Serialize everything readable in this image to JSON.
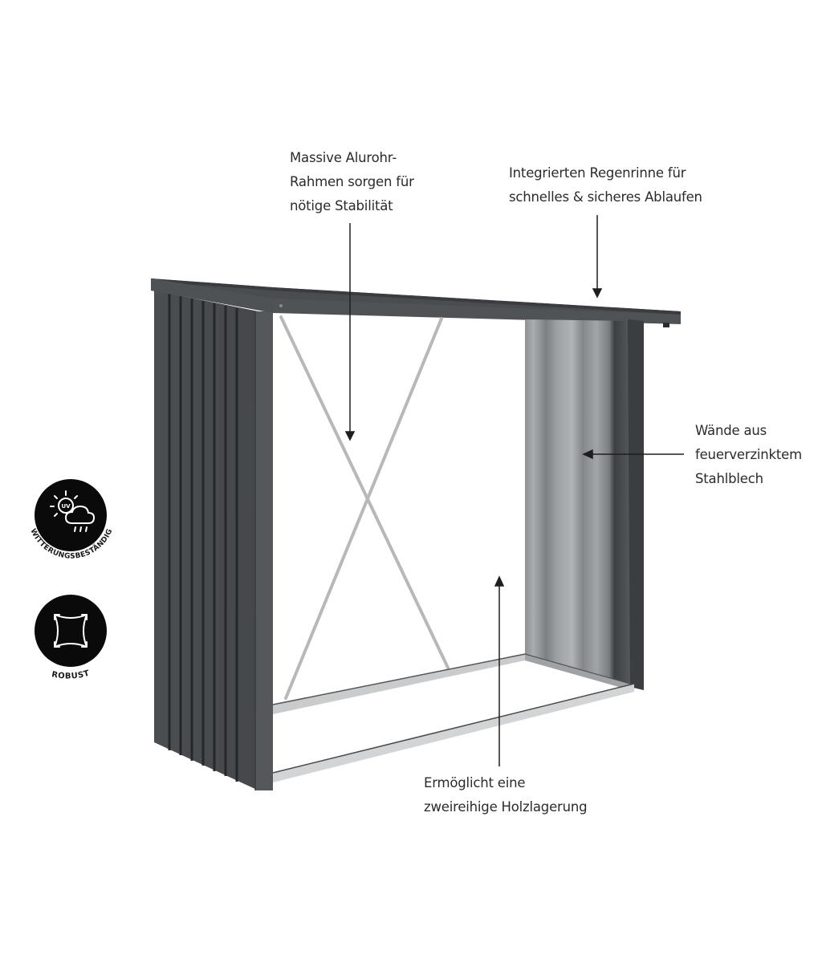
{
  "diagram": {
    "subject": "Wood storage shed (Kaminholzunterstand)",
    "colors": {
      "background": "#ffffff",
      "frame_dark": "#4a4d50",
      "frame_darker": "#3a3c3f",
      "panel_groove": "#2a2c2e",
      "inner_wall_light": "#9a9da0",
      "brace": "#b8babc",
      "floor_rail": "#cfd1d3",
      "text": "#2b2b2b",
      "arrow": "#1e1e1e",
      "badge_fill": "#0a0a0a"
    },
    "callouts": [
      {
        "id": "frame",
        "lines": [
          "Massive Alurohr-",
          "Rahmen sorgen für",
          "nötige Stabilität"
        ],
        "points_to": "X-brace frame"
      },
      {
        "id": "gutter",
        "lines": [
          "Integrierten Regenrinne für",
          "schnelles & sicheres Ablaufen"
        ],
        "points_to": "roof gutter"
      },
      {
        "id": "walls",
        "lines": [
          "Wände aus",
          "feuerverzinktem",
          "Stahlblech"
        ],
        "points_to": "right side wall"
      },
      {
        "id": "storage",
        "lines": [
          "Ermöglicht eine",
          "zweireihige Holzlagerung"
        ],
        "points_to": "floor rails"
      }
    ],
    "badges": [
      {
        "id": "weather",
        "icon": "sun-uv-cloud-rain-icon",
        "icon_text": "UV",
        "label": "WITTERUNGSBESTÄNDIG"
      },
      {
        "id": "robust",
        "icon": "stretch-square-arrows-icon",
        "label": "ROBUST"
      }
    ]
  }
}
